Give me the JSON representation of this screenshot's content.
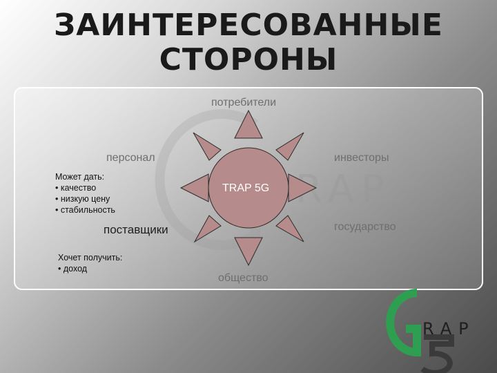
{
  "title_line1": "ЗАИНТЕРЕСОВАННЫЕ",
  "title_line2": "СТОРОНЫ",
  "center": "TRAP 5G",
  "stakeholders": {
    "top": "потребители",
    "upper_left": "персонал",
    "upper_right": "инвесторы",
    "lower_left": "поставщики",
    "lower_right": "государство",
    "bottom": "общество"
  },
  "note_can_give": {
    "heading": "Может дать:",
    "items": [
      "• качество",
      "• низкую цену",
      "• стабильность"
    ]
  },
  "note_wants": {
    "heading": "Хочет получить:",
    "items": [
      "• доход"
    ]
  },
  "watermark": "RAP",
  "logo": {
    "letter": "G",
    "number": "5",
    "text": "RAP"
  },
  "colors": {
    "sun": "#b58b8b",
    "logo_green": "#2e9e50"
  }
}
